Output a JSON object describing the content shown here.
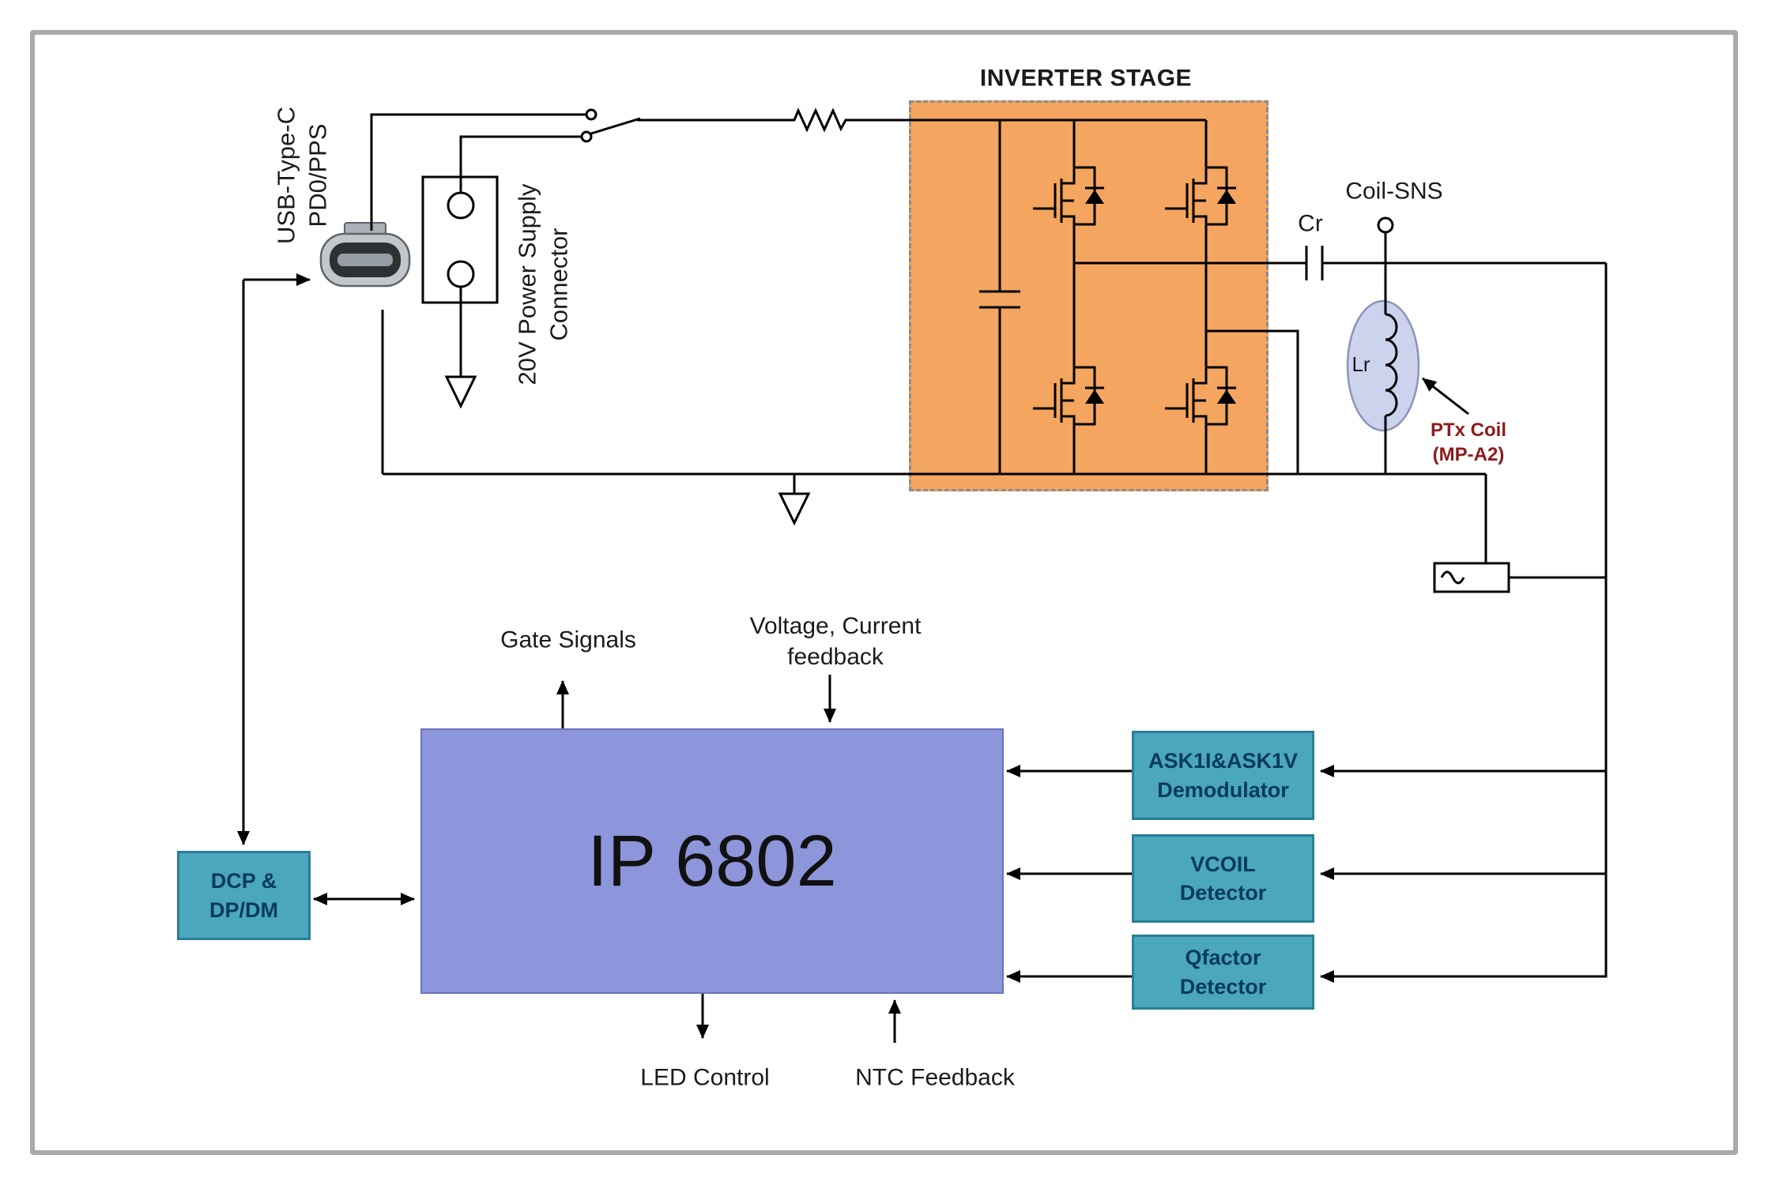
{
  "diagram": {
    "title": "INVERTER STAGE",
    "labels": {
      "usb_line1": "USB-Type-C",
      "usb_line2": "PD0/PPS",
      "psu_line1": "20V Power Supply",
      "psu_line2": "Connector",
      "coil_sns": "Coil-SNS",
      "cr": "Cr",
      "lr": "Lr",
      "ptx_line1": "PTx Coil",
      "ptx_line2": "(MP-A2)",
      "gate_signals": "Gate Signals",
      "feedback_line1": "Voltage, Current",
      "feedback_line2": "feedback",
      "led_control": "LED Control",
      "ntc_feedback": "NTC Feedback"
    },
    "blocks": {
      "ip": "IP 6802",
      "dcp_line1": "DCP &",
      "dcp_line2": "DP/DM",
      "ask_line1": "ASK1I&ASK1V",
      "ask_line2": "Demodulator",
      "vcoil_line1": "VCOIL",
      "vcoil_line2": "Detector",
      "qfactor_line1": "Qfactor",
      "qfactor_line2": "Detector"
    },
    "colors": {
      "inverter_fill": "#f4a55f",
      "ip_fill": "#8d96db",
      "detector_fill": "#4aa7bd",
      "detector_border": "#2a7e97",
      "detector_text": "#083a5e",
      "coil_fill": "#cdd3ed",
      "ptx_text": "#8e1b1b",
      "frame": "#a9a9a9",
      "line": "#000000"
    }
  }
}
